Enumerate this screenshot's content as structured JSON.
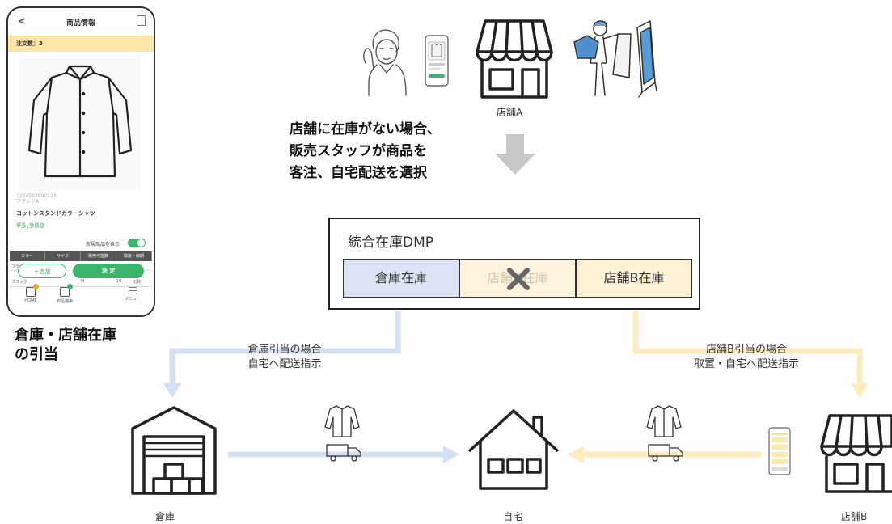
{
  "phone": {
    "header_title": "商品情報",
    "order_count": "注文数：3",
    "product_code": "1234567890123",
    "brand": "ブランドA",
    "product_name": "コットンスタンドカラーシャツ",
    "price": "¥5,980",
    "toggle_label": "新規商品を表示",
    "table_headers": [
      "カラー",
      "サイズ",
      "販売可能数",
      "取扱・納期"
    ],
    "rows": [
      {
        "color": "ブラ",
        "size": "",
        "qty": "",
        "status": ""
      },
      {
        "color": "ブラック",
        "size": "M",
        "qty": "10",
        "status": "出荷"
      }
    ],
    "add_button": "＋追加",
    "decide_button": "決 定",
    "tabs": [
      {
        "label": "HOME",
        "badge_color": "#f5a623"
      },
      {
        "label": "商品検索",
        "badge_color": "#3bb56b"
      },
      {
        "label": "メニュー"
      }
    ]
  },
  "caption_left": [
    "倉庫・店舗在庫",
    "の引当"
  ],
  "caption_main": [
    "店舗に在庫がない場合、",
    "販売スタッフが商品を",
    "客注、自宅配送を選択"
  ],
  "store_a_label": "店舗A",
  "dmp": {
    "title": "統合在庫DMP",
    "cells": [
      {
        "label": "倉庫在庫",
        "bg": "#dbe3f4"
      },
      {
        "label": "店舗A在庫",
        "bg": "#fdf4dd",
        "crossed": true
      },
      {
        "label": "店舗B在庫",
        "bg": "#fdf1d6"
      }
    ]
  },
  "note_warehouse": [
    "倉庫引当の場合",
    "自宅へ配送指示"
  ],
  "note_storeb": [
    "店舗B引当の場合",
    "取置・自宅へ配送指示"
  ],
  "label_warehouse": "倉庫",
  "label_home": "自宅",
  "label_storeb": "店舗B",
  "colors": {
    "blue_flow": "#d6e0f3",
    "yellow_flow": "#fdecc0",
    "gray_arrow": "#c8c8c8",
    "accent_green": "#3bb56b"
  }
}
